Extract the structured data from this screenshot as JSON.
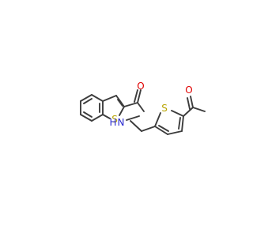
{
  "molecule": {
    "atoms": {
      "s1": "S",
      "o1": "O",
      "n1": "N",
      "h1": "H",
      "s2": "S",
      "o2": "O"
    },
    "colors": {
      "bond": "#3c3c3c",
      "sulfur": "#b8a400",
      "oxygen": "#e00000",
      "nitrogen": "#2a2ad0",
      "background": "#ffffff"
    }
  }
}
